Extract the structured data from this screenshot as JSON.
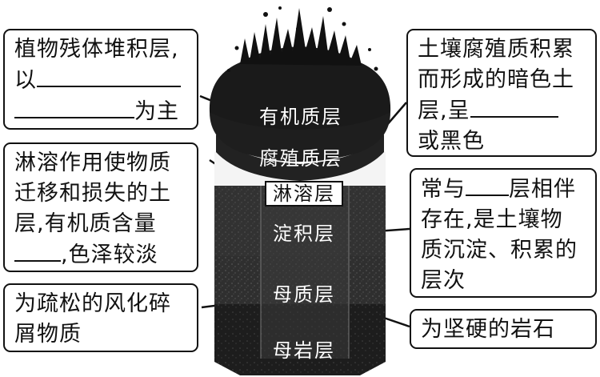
{
  "layers": [
    {
      "key": "organic",
      "label": "有机质层"
    },
    {
      "key": "humus",
      "label": "腐殖质层"
    },
    {
      "key": "eluvial",
      "label": "淋溶层"
    },
    {
      "key": "illuvial",
      "label": "淀积层"
    },
    {
      "key": "parent",
      "label": "母质层"
    },
    {
      "key": "bedrock",
      "label": "母岩层"
    }
  ],
  "callouts": {
    "organic": {
      "line1": "植物残体堆积层,",
      "line2_prefix": "以",
      "line3_suffix": "为主"
    },
    "humus": {
      "line1": "土壤腐殖质积累",
      "line2": "而形成的暗色土",
      "line3_prefix": "层,呈",
      "line4": "或黑色"
    },
    "eluvial": {
      "line1": "淋溶作用使物质",
      "line2": "迁移和损失的土",
      "line3": "层,有机质含量",
      "line4_suffix": ",色泽较淡"
    },
    "illuvial": {
      "line1_prefix": "常与",
      "line1_suffix": "层相伴",
      "line2": "存在,是土壤物",
      "line3": "质沉淀、积累的",
      "line4": "层次"
    },
    "parent": {
      "line1": "为疏松的风化碎",
      "line2": "屑物质"
    },
    "bedrock": {
      "line1": "为坚硬的岩石"
    }
  },
  "colors": {
    "ink": "#111111",
    "organic": "#1a1a1a",
    "eluvial": "#f2f2f2",
    "illuvial": "#3a3a3a",
    "parent": "#2b2b2b",
    "bedrock": "#1c1c1c"
  }
}
